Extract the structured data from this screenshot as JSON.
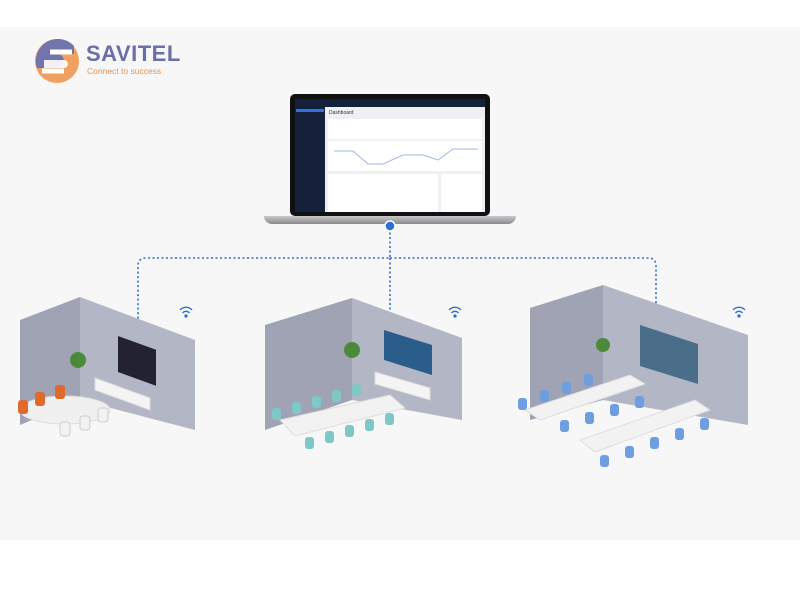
{
  "logo": {
    "name": "SAVITEL",
    "tagline": "Connect to success"
  },
  "laptop_screen": {
    "page_title": "Dashboard"
  },
  "colors": {
    "connector": "#2a6fd1",
    "wall": "#9fa3b3",
    "brand_purple": "#6b6fa8",
    "brand_orange": "#e8914a"
  },
  "rooms": [
    {
      "name": "small-meeting-room",
      "chair_color": "#e06a2c"
    },
    {
      "name": "medium-meeting-room",
      "chair_color": "#7ec8c8"
    },
    {
      "name": "large-meeting-room",
      "chair_color": "#6e9ee0"
    }
  ]
}
